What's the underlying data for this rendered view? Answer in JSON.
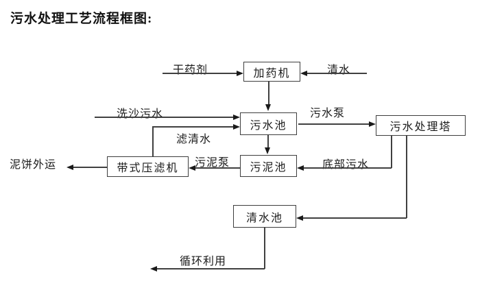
{
  "title": "污水处理工艺流程框图:",
  "colors": {
    "background": "#ffffff",
    "line": "#3f3f3f",
    "text": "#1a1a1a"
  },
  "nodes": {
    "dosing_machine": "加药机",
    "sewage_pool": "污水池",
    "treatment_tower": "污水处理塔",
    "sludge_pool": "污泥池",
    "belt_filter_press": "带式压滤机",
    "clean_water_pool": "清水池"
  },
  "labels": {
    "dry_chemical": "干药剂",
    "clean_water": "清水",
    "sand_washing_sewage": "洗沙污水",
    "filtered_water": "滤清水",
    "sewage_pump": "污水泵",
    "sludge_pump": "污泥泵",
    "mud_cake_out": "泥饼外运",
    "bottom_sewage": "底部污水",
    "recycling": "循环利用"
  },
  "edges": [
    {
      "from": "external",
      "to": "dosing_machine",
      "label": "干药剂",
      "direction": "right"
    },
    {
      "from": "external",
      "to": "dosing_machine",
      "label": "清水",
      "direction": "left"
    },
    {
      "from": "dosing_machine",
      "to": "sewage_pool",
      "label": "",
      "direction": "down"
    },
    {
      "from": "external",
      "to": "sewage_pool",
      "label": "洗沙污水",
      "direction": "right"
    },
    {
      "from": "belt_filter_press",
      "to": "sewage_pool",
      "label": "滤清水",
      "direction": "up-right"
    },
    {
      "from": "sewage_pool",
      "to": "treatment_tower",
      "label": "污水泵",
      "direction": "right"
    },
    {
      "from": "sewage_pool",
      "to": "sludge_pool",
      "label": "",
      "direction": "down"
    },
    {
      "from": "treatment_tower",
      "to": "sludge_pool",
      "label": "底部污水",
      "direction": "down-left"
    },
    {
      "from": "sludge_pool",
      "to": "belt_filter_press",
      "label": "污泥泵",
      "direction": "left"
    },
    {
      "from": "belt_filter_press",
      "to": "external",
      "label": "泥饼外运",
      "direction": "left"
    },
    {
      "from": "treatment_tower",
      "to": "clean_water_pool",
      "label": "",
      "direction": "down-left"
    },
    {
      "from": "clean_water_pool",
      "to": "external",
      "label": "循环利用",
      "direction": "down-left"
    }
  ]
}
